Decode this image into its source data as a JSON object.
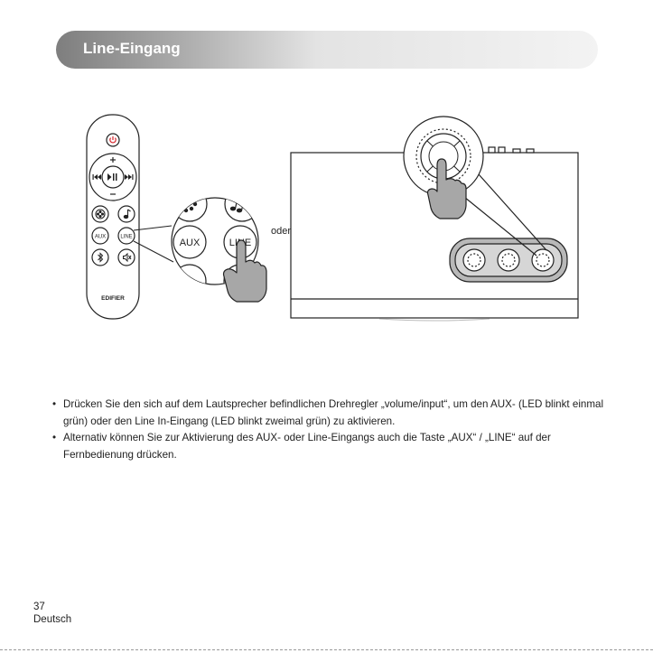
{
  "header": {
    "title": "Line-Eingang"
  },
  "remote": {
    "brand": "EDIFIER",
    "aux_label": "AUX",
    "line_label": "LINE",
    "zoom_aux_label": "AUX",
    "zoom_line_label": "LINE"
  },
  "separator_word": "oder",
  "bullets": [
    "Drücken Sie den sich auf dem Lautsprecher befindlichen Drehregler „volume/input“, um den AUX- (LED blinkt einmal grün) oder den Line In-Eingang (LED blinkt zweimal grün) zu aktivieren.",
    "Alternativ können Sie zur Aktivierung des AUX- oder Line-Eingangs auch die Taste „AUX“ / „LINE“ auf der Fernbedienung drücken."
  ],
  "footer": {
    "page_number": "37",
    "language": "Deutsch"
  },
  "colors": {
    "power_red": "#d6242b",
    "header_dark": "#7e7e7e"
  }
}
